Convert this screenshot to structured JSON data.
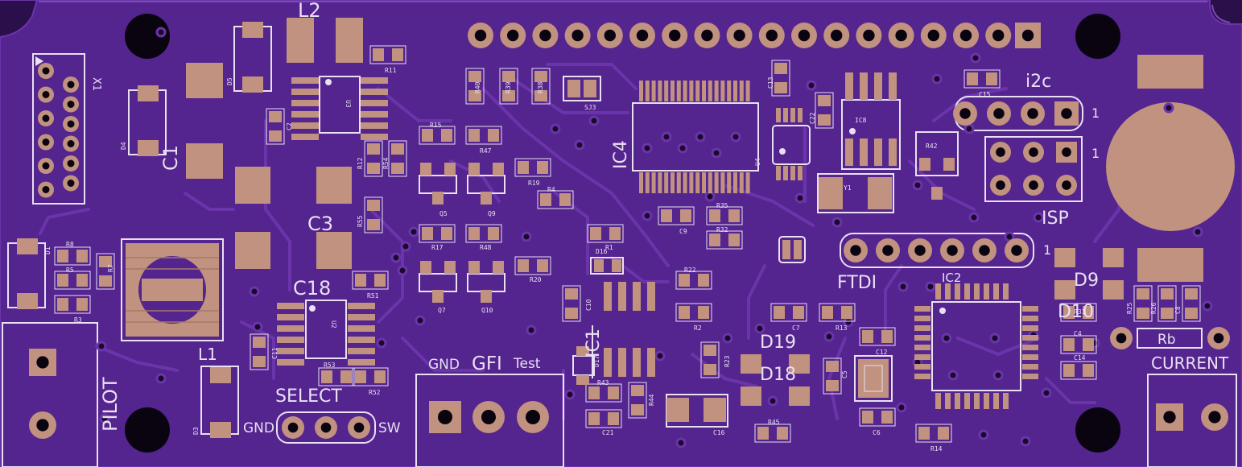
{
  "board": {
    "colors": {
      "substrate": "#54248f",
      "copper_pour": "#5b2a98",
      "trace": "#6a35aa",
      "pad": "#c1927f",
      "silkscreen": "#e9e0f2",
      "hole": "#0a0410",
      "edge_background": "#2a0f4a"
    },
    "major_labels": {
      "l2": "L2",
      "c1": "C1",
      "c3": "C3",
      "c18": "C18",
      "l1": "L1",
      "pilot": "PILOT",
      "select": "SELECT",
      "gnd_select": "GND",
      "sw": "SW",
      "gnd_gfi": "GND",
      "gfi": "GFI",
      "test": "Test",
      "ic1": "IC1",
      "ic4": "IC4",
      "ic2": "IC2",
      "ftdi": "FTDI",
      "i2c": "i2c",
      "isp": "ISP",
      "d9": "D9",
      "d10": "D10",
      "d19": "D19",
      "d18": "D18",
      "current": "CURRENT",
      "rb": "Rb",
      "x1": "X1",
      "pin1_i2c": "1",
      "pin1_isp": "1",
      "pin1_ftdi": "1"
    },
    "refdes": {
      "r11": "R11",
      "u3": "U3",
      "d5": "D5",
      "c2": "C2",
      "d4": "D4",
      "r40": "R40",
      "r39": "R39",
      "r38": "R38",
      "sj3": "SJ3",
      "c13": "C13",
      "c22": "C22",
      "ic8": "IC8",
      "c15": "C15",
      "r15": "R15",
      "r47": "R47",
      "r12": "R12",
      "r54": "R54",
      "r19": "R19",
      "r4": "R4",
      "u4": "U4",
      "r42": "R42",
      "y1": "Y1",
      "q5": "Q5",
      "q9": "Q9",
      "r55": "R55",
      "r35": "R35",
      "c9": "C9",
      "r32": "R32",
      "d1": "D1",
      "r8": "R8",
      "r5": "R5",
      "r7": "R7",
      "r3": "R3",
      "r17": "R17",
      "r48": "R48",
      "r1": "R1",
      "d16": "D16",
      "r20": "R20",
      "r22": "R22",
      "q7": "Q7",
      "q10": "Q10",
      "r51": "R51",
      "u2": "U2",
      "c10": "C10",
      "r2": "R2",
      "c7": "C7",
      "r13": "R13",
      "r25": "R25",
      "r26": "R26",
      "c8": "C8",
      "r31": "R31",
      "c4": "C4",
      "c14": "C14",
      "c11": "C11",
      "r53": "R53",
      "r52": "R52",
      "d17": "D17",
      "r23": "R23",
      "c12": "C12",
      "c5": "C5",
      "r43": "R43",
      "r44": "R44",
      "c16": "C16",
      "c21": "C21",
      "r45": "R45",
      "c6": "C6",
      "r14": "R14",
      "d3": "D3"
    }
  }
}
